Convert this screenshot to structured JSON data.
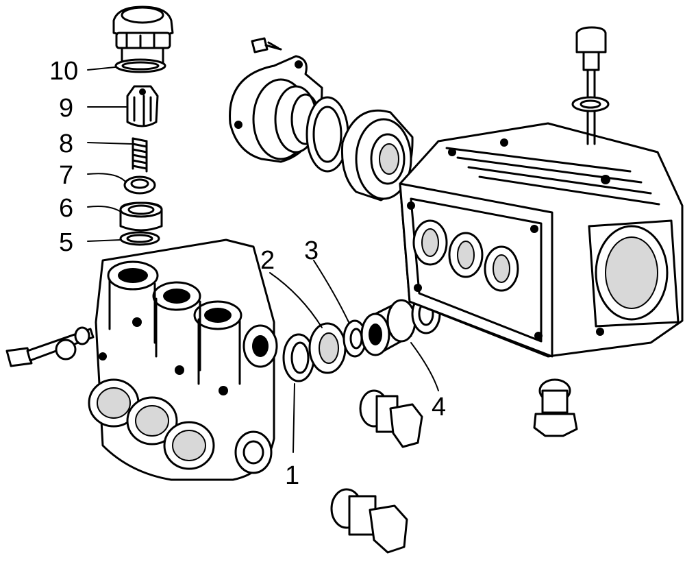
{
  "labels": {
    "n1": "1",
    "n2": "2",
    "n3": "3",
    "n4": "4",
    "n5": "5",
    "n6": "6",
    "n7": "7",
    "n8": "8",
    "n9": "9",
    "n10": "10"
  },
  "colors": {
    "ink": "#000000",
    "paper": "#ffffff"
  }
}
